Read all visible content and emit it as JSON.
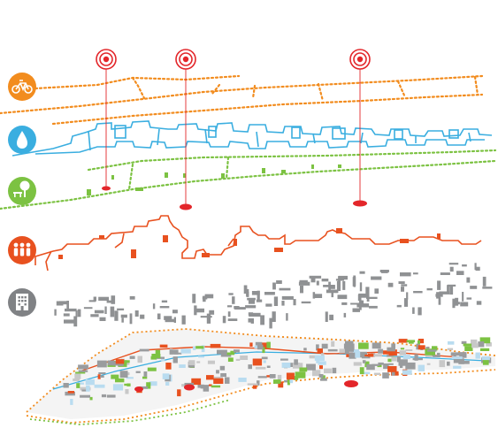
{
  "colors": {
    "mobility": "#f28c1e",
    "water": "#3aaee0",
    "green": "#7cc242",
    "social": "#e8511f",
    "building": "#8f9193",
    "marker": "#e3262a",
    "pin_line": "#e3262a",
    "background": "#ffffff"
  },
  "layers": [
    {
      "id": "mobility",
      "icon": "bicycle-icon",
      "color": "#f28c1e"
    },
    {
      "id": "water",
      "icon": "water-drop-icon",
      "color": "#3aaee0"
    },
    {
      "id": "green",
      "icon": "tree-bench-icon",
      "color": "#7cc242"
    },
    {
      "id": "social",
      "icon": "people-icon",
      "color": "#e8511f"
    },
    {
      "id": "buildings",
      "icon": "building-icon",
      "color": "#8f9193"
    }
  ],
  "markers": [
    {
      "name": "site-marker-1",
      "icon": "target-icon"
    },
    {
      "name": "site-marker-2",
      "icon": "target-icon"
    },
    {
      "name": "site-marker-3",
      "icon": "target-icon"
    }
  ]
}
